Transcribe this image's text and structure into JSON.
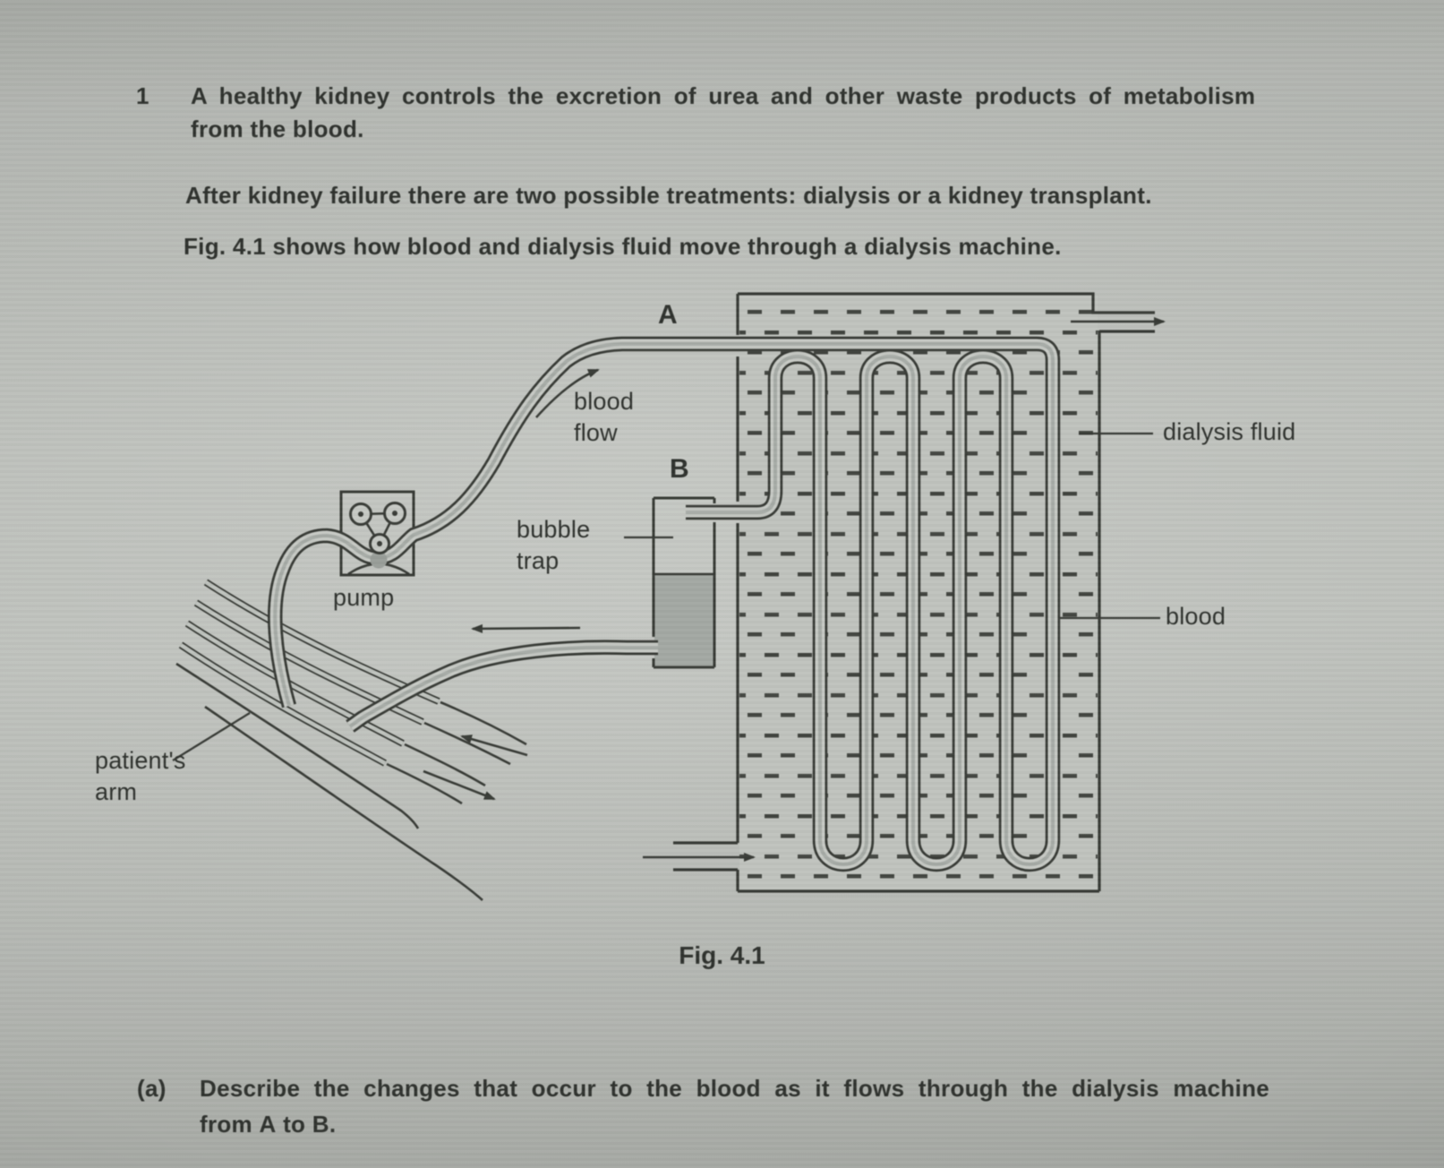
{
  "page": {
    "question_number": "1",
    "intro": {
      "line1": "A healthy kidney controls the excretion of urea and other waste products of metabolism",
      "line2": "from the blood."
    },
    "treatments_line": "After kidney failure there are two possible treatments: dialysis or a kidney transplant.",
    "figure_intro_line": "Fig. 4.1 shows how blood and dialysis fluid move through a dialysis machine.",
    "figure_caption": "Fig. 4.1",
    "question_a": {
      "label": "(a)",
      "line1": "Describe the changes that occur to the blood as it flows through the dialysis machine",
      "from_word": "from ",
      "point_a": "A",
      "to_word": " to ",
      "point_b": "B",
      "period": "."
    }
  },
  "diagram": {
    "label_a": "A",
    "label_b": "B",
    "blood_flow_line1": "blood",
    "blood_flow_line2": "flow",
    "pump_label": "pump",
    "bubble_trap_line1": "bubble",
    "bubble_trap_line2": "trap",
    "patients_arm_line1": "patient's",
    "patients_arm_line2": "arm",
    "dialysis_fluid_label": "dialysis fluid",
    "blood_label": "blood",
    "colors": {
      "paper": "#bcc0bb",
      "ink": "#383b36",
      "tube_fill": "#c6c9c4",
      "tube_core": "#a6aba6",
      "trap_fluid": "#a3a8a3"
    }
  }
}
